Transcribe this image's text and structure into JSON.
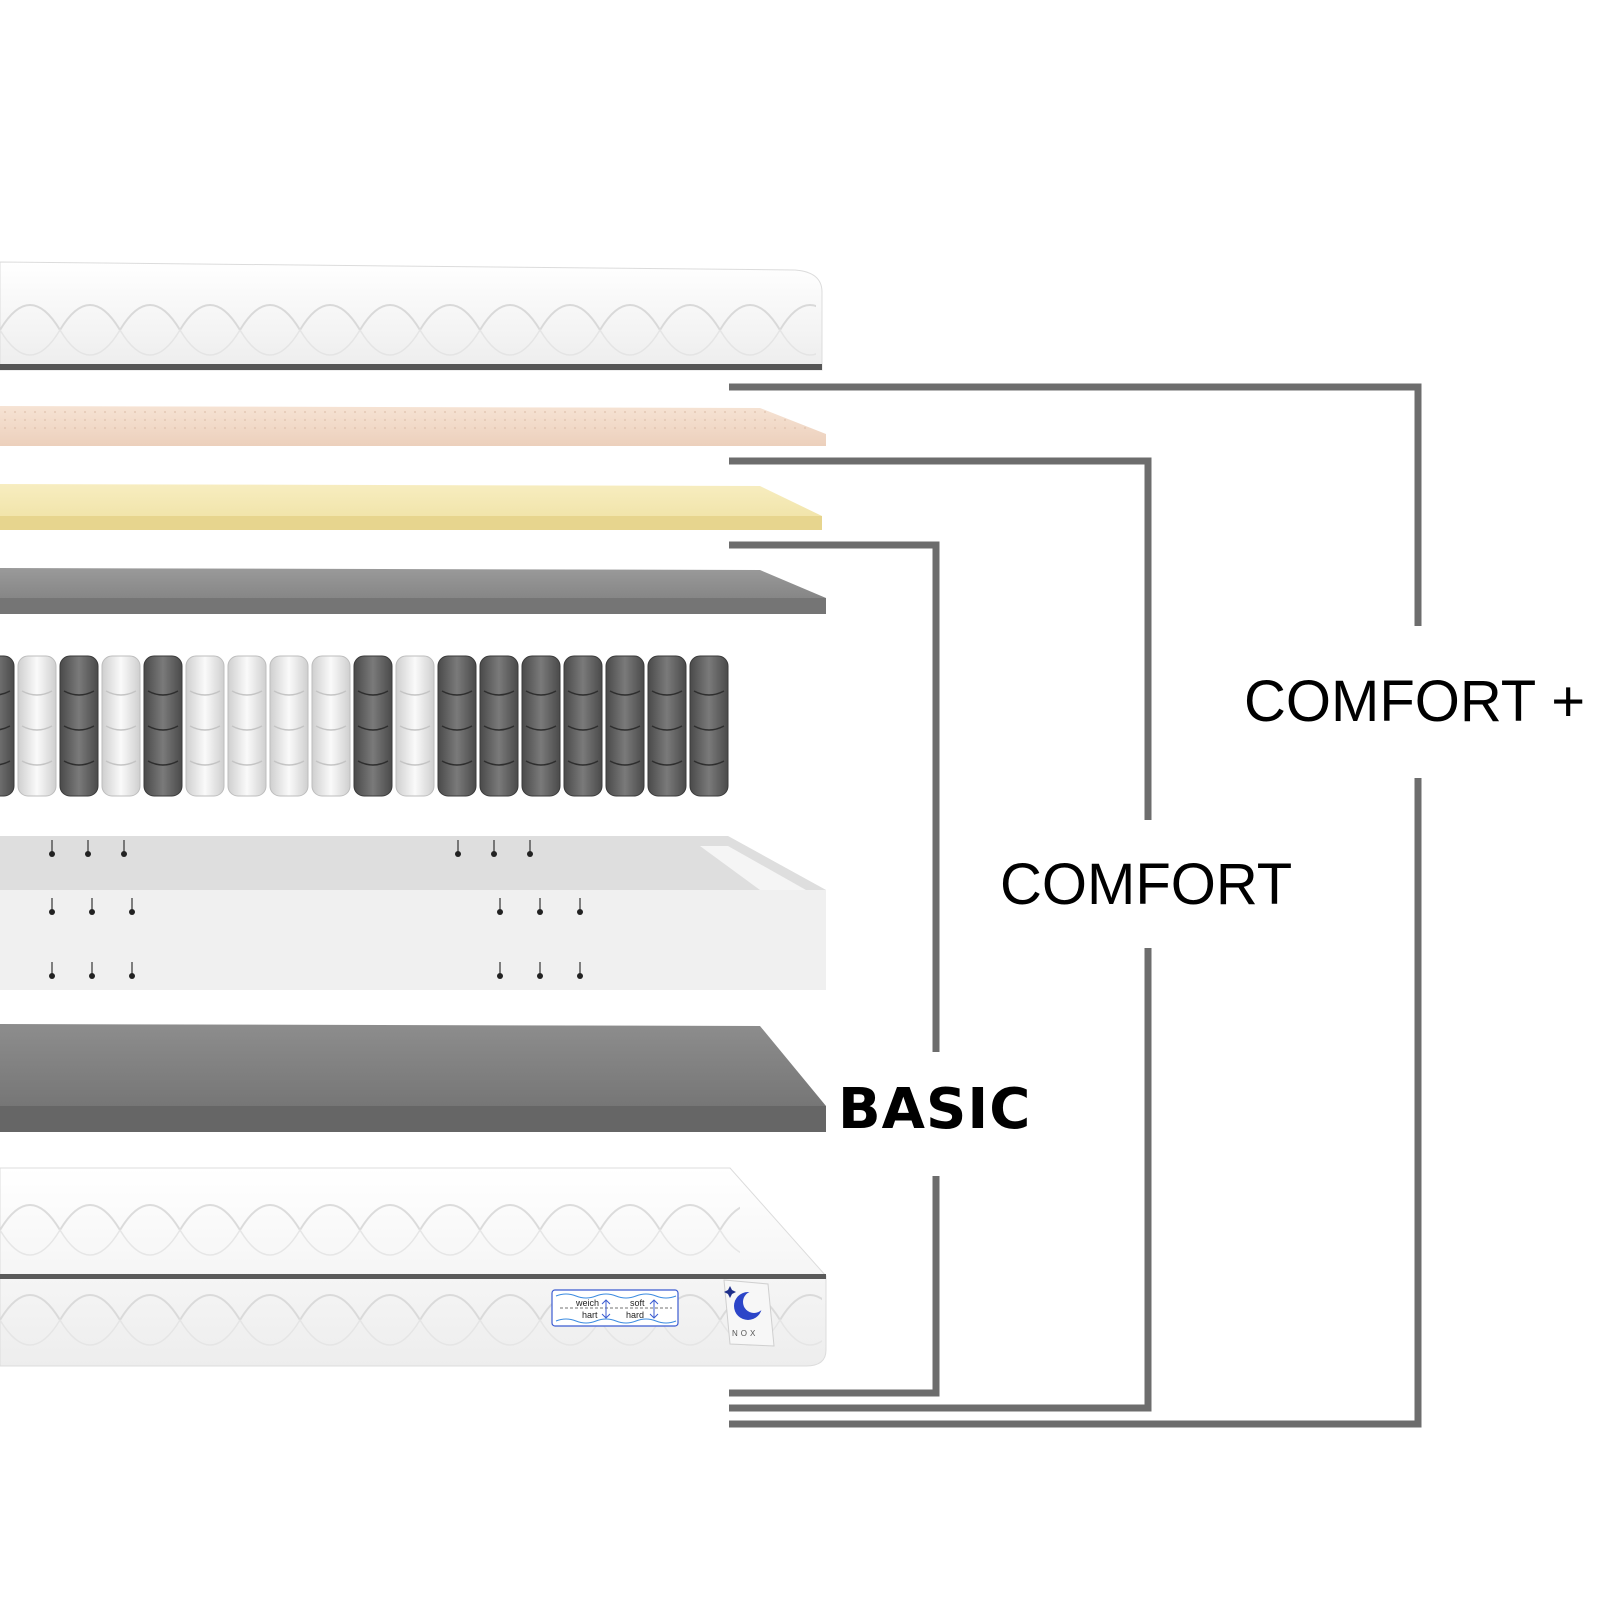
{
  "tiers": {
    "basic": "BASIC",
    "comfort": "COMFORT",
    "comfort_plus": "COMFORT +"
  },
  "hardness_tag": {
    "weich": "weich",
    "hart": "hart",
    "soft": "soft",
    "hard": "hard"
  },
  "brand": "NOX",
  "colors": {
    "bracket": "#6d6d6d",
    "latex_layer": "#f1d9c8",
    "memory_foam_layer": "#f4e8b0",
    "felt_layer": "#8e8e8e",
    "base_foam": "#e6e6e6",
    "cover": "#f4f4f4"
  }
}
